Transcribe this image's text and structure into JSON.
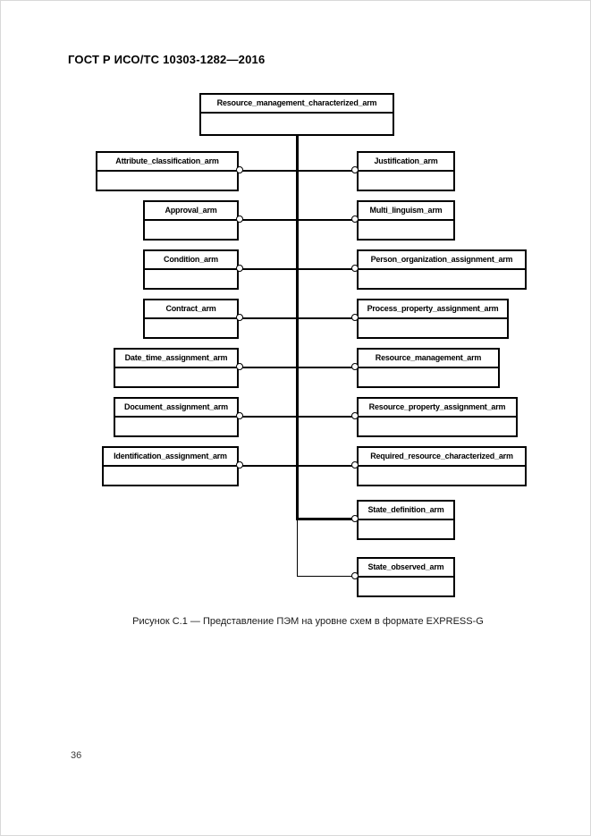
{
  "page": {
    "header": "ГОСТ Р ИСО/ТС 10303-1282—2016",
    "caption": "Рисунок С.1 — Представление ПЭМ на уровне схем в формате EXPRESS-G",
    "page_number": "36"
  },
  "diagram": {
    "type": "express-g-schema-level-diagram",
    "root": {
      "label": "Resource_management_characterized_arm"
    },
    "left_boxes": [
      {
        "label": "Attribute_classification_arm"
      },
      {
        "label": "Approval_arm"
      },
      {
        "label": "Condition_arm"
      },
      {
        "label": "Contract_arm"
      },
      {
        "label": "Date_time_assignment_arm"
      },
      {
        "label": "Document_assignment_arm"
      },
      {
        "label": "Identification_assignment_arm"
      }
    ],
    "right_boxes": [
      {
        "label": "Justification_arm"
      },
      {
        "label": "Multi_linguism_arm"
      },
      {
        "label": "Person_organization_assignment_arm"
      },
      {
        "label": "Process_property_assignment_arm"
      },
      {
        "label": "Resource_management_arm"
      },
      {
        "label": "Resource_property_assignment_arm"
      },
      {
        "label": "Required_resource_characterized_arm"
      },
      {
        "label": "State_definition_arm"
      },
      {
        "label": "State_observed_arm"
      }
    ],
    "colors": {
      "line": "#000000",
      "background": "#ffffff"
    }
  }
}
